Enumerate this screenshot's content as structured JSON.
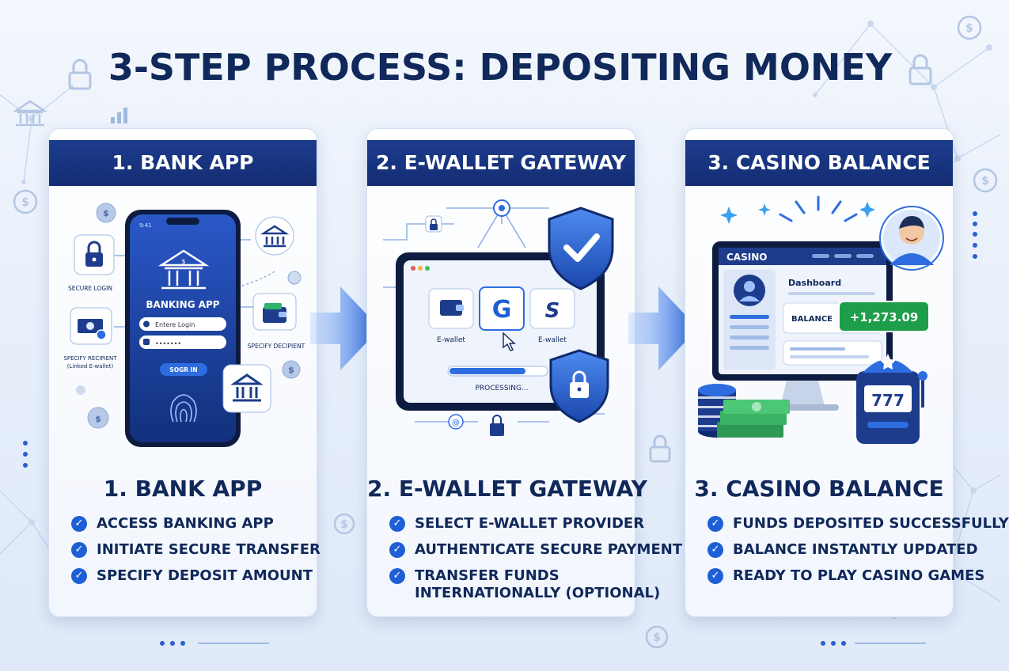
{
  "title": "3-STEP PROCESS: DEPOSITING MONEY",
  "steps": [
    {
      "header": "1. BANK APP",
      "subtitle": "1. BANK APP",
      "bullets": [
        "ACCESS BANKING APP",
        "INITIATE SECURE TRANSFER",
        "SPECIFY DEPOSIT AMOUNT"
      ]
    },
    {
      "header": "2. E-WALLET GATEWAY",
      "subtitle": "2. E-WALLET GATEWAY",
      "bullets": [
        "SELECT E-WALLET PROVIDER",
        "AUTHENTICATE SECURE PAYMENT",
        "TRANSFER FUNDS",
        "INTERNATIONALLY (OPTIONAL)"
      ]
    },
    {
      "header": "3. CASINO BALANCE",
      "subtitle": "3. CASINO BALANCE",
      "bullets": [
        "FUNDS DEPOSITED SUCCESSFULLY",
        "BALANCE INSTANTLY UPDATED",
        "READY TO PLAY CASINO GAMES"
      ]
    }
  ],
  "bank_app": {
    "status_time": "9:41",
    "app_name": "BANKING APP",
    "login_placeholder": "Entere Login",
    "password_mask": "•••••••",
    "button": "SOGR IN",
    "labels": {
      "secure_login": "SECURE LOGIN",
      "specify_recipient": "SPECIFY RECIPIENT",
      "linked_ewallet": "(Linked E-wallet)",
      "specify_decipient": "SPECIFY DECIPIENT"
    }
  },
  "gateway": {
    "option_left": "E-wallet",
    "option_right": "E-wallet",
    "processing": "PROCESSING..."
  },
  "casino": {
    "brand": "CASINO",
    "dashboard": "Dashboard",
    "balance_label": "BALANCE",
    "balance_value": "+1,273.09",
    "slot_digits": "777"
  },
  "colors": {
    "navy": "#132d73",
    "accent_blue": "#1f5fd6",
    "green": "#1e9e4a"
  },
  "icons": [
    "lock-icon",
    "bank-icon",
    "dollar-icon",
    "check-icon",
    "shield-check-icon",
    "shield-lock-icon",
    "fingerprint-icon",
    "wallet-icon",
    "cursor-icon",
    "avatar-icon",
    "slot-machine-icon",
    "poker-chips-icon",
    "cash-stack-icon",
    "arrow-right-icon"
  ]
}
